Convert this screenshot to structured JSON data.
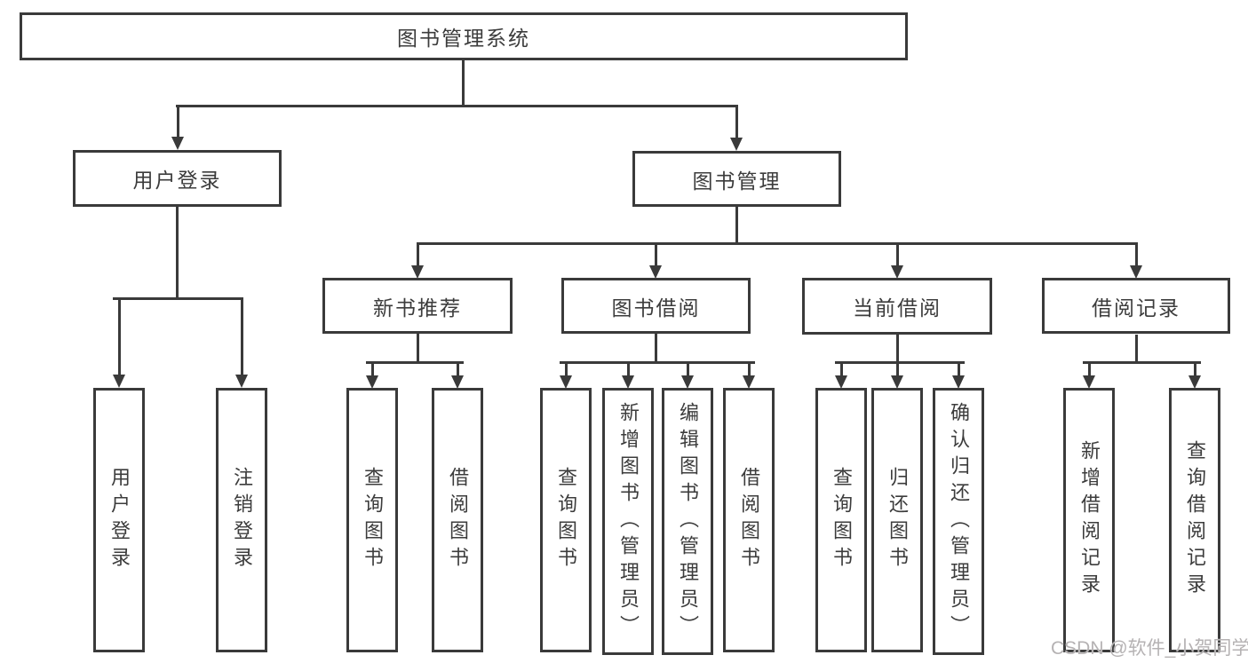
{
  "diagram": {
    "title": "图书管理系统",
    "watermark": "CSDN @软件_小贺同学",
    "colors": {
      "line": "#3a3a3a",
      "text": "#3c3c3c",
      "background": "#ffffff",
      "watermark": "#b5b2b3"
    },
    "nodes": {
      "root": "图书管理系统",
      "user_login": "用户登录",
      "book_mgmt": "图书管理",
      "new_book_rec": "新书推荐",
      "book_borrow": "图书借阅",
      "current_borrow": "当前借阅",
      "borrow_records": "借阅记录",
      "leaf_user_login": "用户登录",
      "leaf_logout": "注销登录",
      "leaf_query_book_rec": "查询图书",
      "leaf_borrow_book_rec": "借阅图书",
      "leaf_query_book_borrow": "查询图书",
      "leaf_add_book_admin": "新增图书（管理员）",
      "leaf_edit_book_admin": "编辑图书（管理员）",
      "leaf_borrow_book_borrow": "借阅图书",
      "leaf_query_book_current": "查询图书",
      "leaf_return_book": "归还图书",
      "leaf_confirm_return_admin": "确认归还（管理员）",
      "leaf_add_borrow_record": "新增借阅记录",
      "leaf_query_borrow_record": "查询借阅记录"
    },
    "edges": [
      "图书管理系统→用户登录",
      "图书管理系统→图书管理",
      "用户登录→用户登录",
      "用户登录→注销登录",
      "图书管理→新书推荐",
      "图书管理→图书借阅",
      "图书管理→当前借阅",
      "图书管理→借阅记录",
      "新书推荐→查询图书",
      "新书推荐→借阅图书",
      "图书借阅→查询图书",
      "图书借阅→新增图书（管理员）",
      "图书借阅→编辑图书（管理员）",
      "图书借阅→借阅图书",
      "当前借阅→查询图书",
      "当前借阅→归还图书",
      "当前借阅→确认归还（管理员）",
      "借阅记录→新增借阅记录",
      "借阅记录→查询借阅记录"
    ]
  }
}
